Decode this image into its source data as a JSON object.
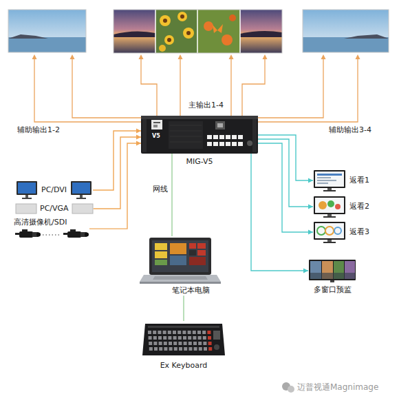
{
  "diagram": {
    "nodes": [
      {
        "text": [
          "MIG-V5"
        ]
      },
      {
        "text": [
          "PC/DVI"
        ]
      },
      {
        "text": [
          "PC/VGA"
        ]
      },
      {
        "text": [
          "高清摄像机/SDI"
        ]
      },
      {
        "text": [
          "返看1"
        ]
      },
      {
        "text": [
          "返看2"
        ]
      },
      {
        "text": [
          "返看3"
        ]
      },
      {
        "text": [
          "笔记本电脑"
        ]
      },
      {
        "text": [
          "多窗口预监"
        ]
      },
      {
        "text": [
          "Ex Keyboard"
        ]
      }
    ],
    "edges": [
      {
        "from": 1,
        "to": 0,
        "arrow": "to"
      },
      {
        "from": 2,
        "to": 0,
        "arrow": "to"
      },
      {
        "from": 3,
        "to": 0,
        "arrow": "to"
      },
      {
        "from": 0,
        "to": 4,
        "arrow": "to"
      },
      {
        "from": 0,
        "to": 5,
        "arrow": "to"
      },
      {
        "from": 0,
        "to": 6,
        "arrow": "to"
      },
      {
        "from": 0,
        "to": 8,
        "arrow": "to"
      },
      {
        "from": 0,
        "to": 7,
        "label": "网线",
        "arrow": "none"
      },
      {
        "from": 7,
        "to": 9,
        "arrow": "none"
      }
    ],
    "labels": [
      "辅助输出1-2",
      "主输出1-4",
      "辅助输出3-4",
      "V5",
      "迈普视通Magnimage"
    ]
  }
}
